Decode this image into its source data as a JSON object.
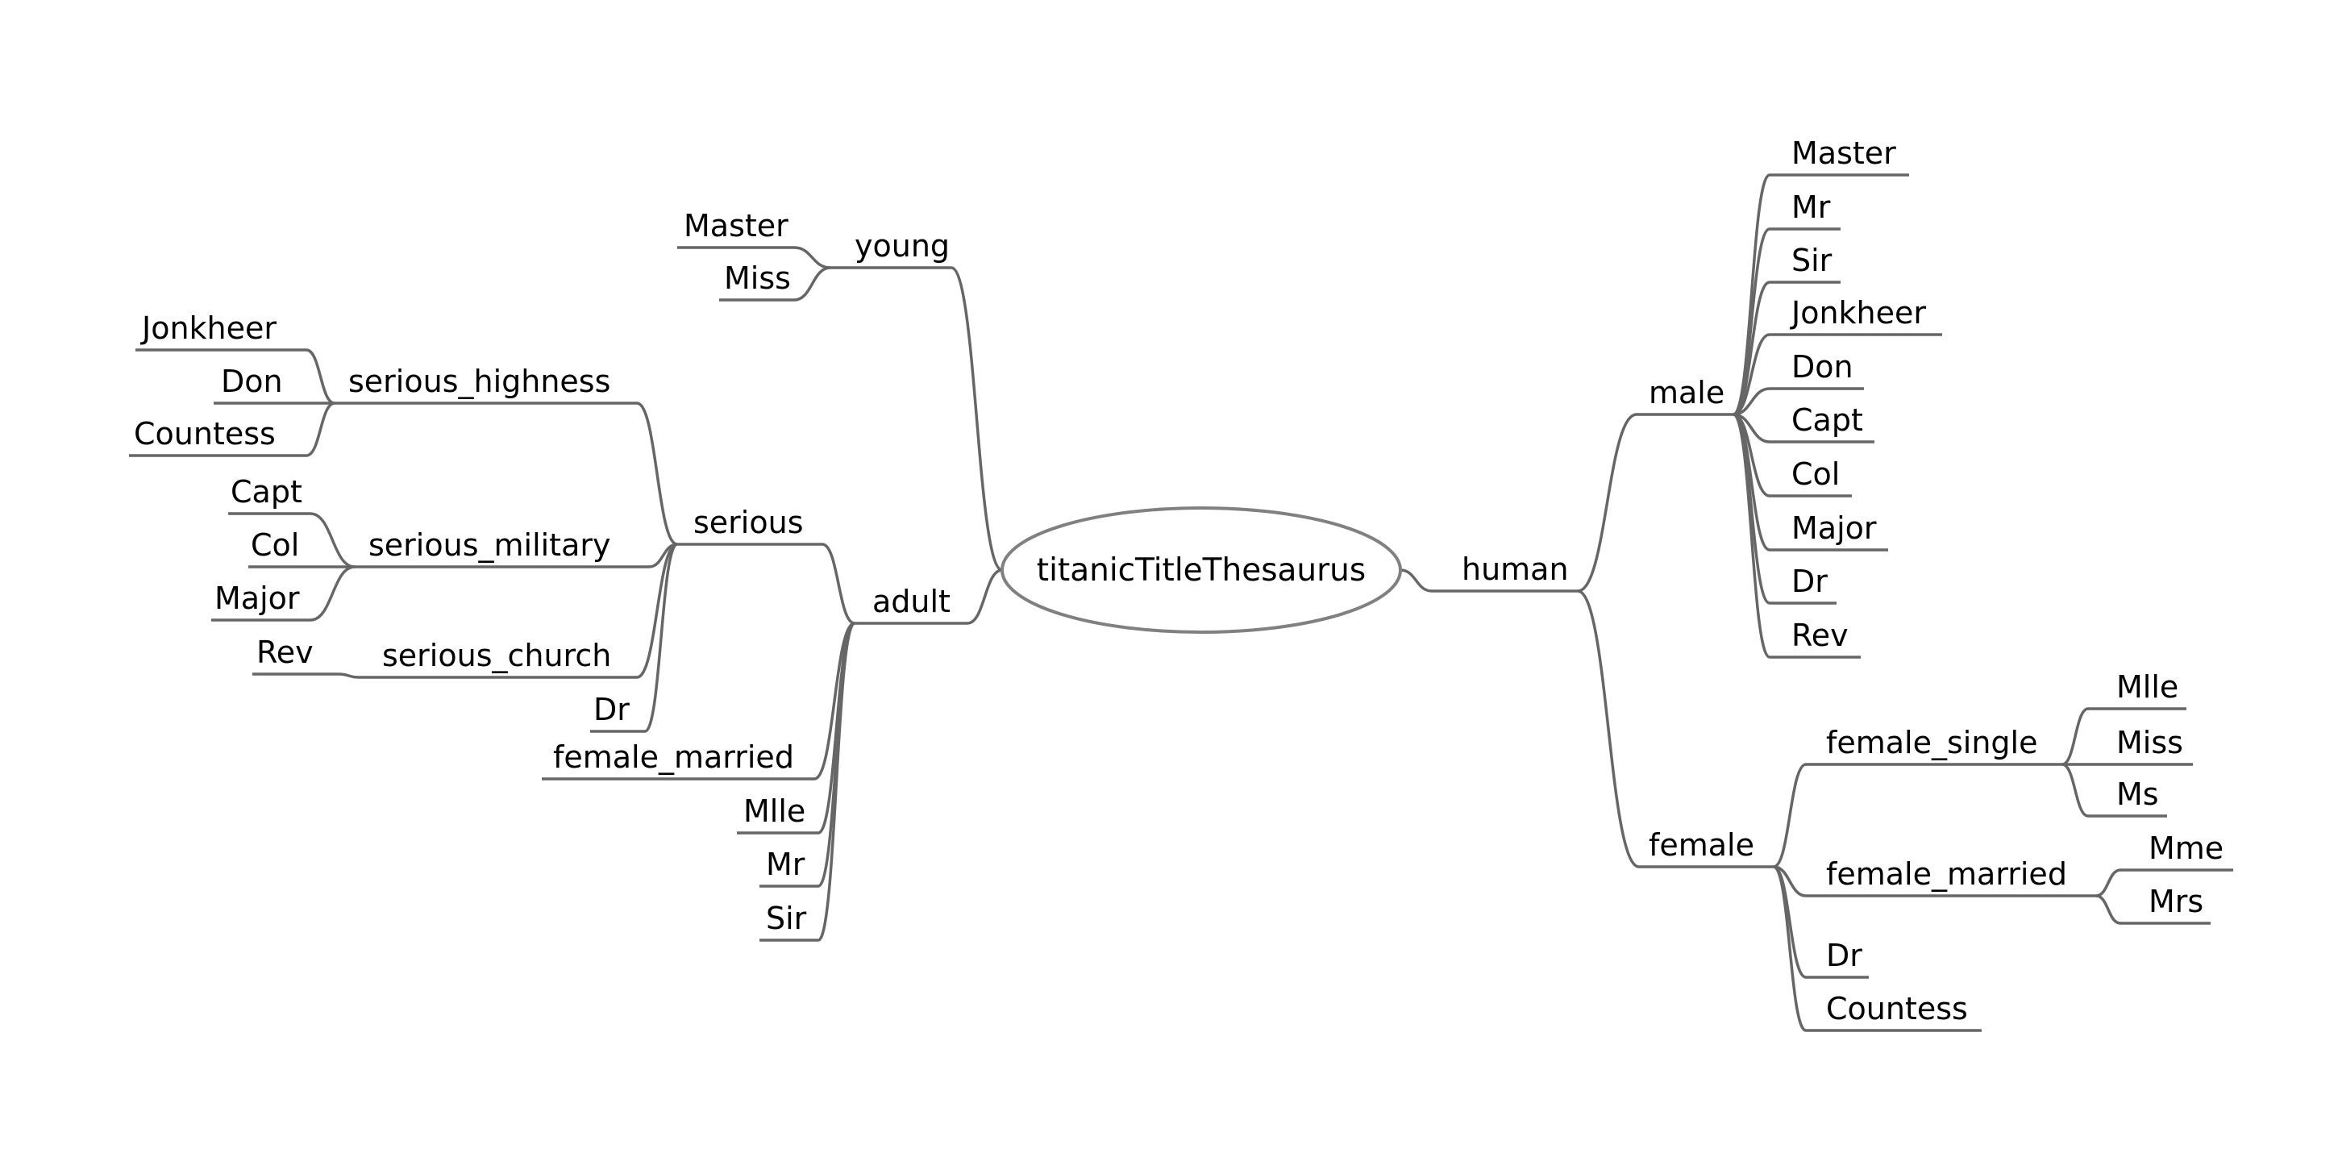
{
  "root": {
    "label": "titanicTitleThesaurus",
    "children": [
      {
        "id": "young",
        "label": "young",
        "side": "left",
        "children": [
          {
            "id": "young-master",
            "label": "Master"
          },
          {
            "id": "young-miss",
            "label": "Miss"
          }
        ]
      },
      {
        "id": "adult",
        "label": "adult",
        "side": "left",
        "children": [
          {
            "id": "serious",
            "label": "serious",
            "children": [
              {
                "id": "serious-highness",
                "label": "serious_highness",
                "children": [
                  {
                    "id": "sh-jonkheer",
                    "label": "Jonkheer"
                  },
                  {
                    "id": "sh-don",
                    "label": "Don"
                  },
                  {
                    "id": "sh-countess",
                    "label": "Countess"
                  }
                ]
              },
              {
                "id": "serious-military",
                "label": "serious_military",
                "children": [
                  {
                    "id": "sm-capt",
                    "label": "Capt"
                  },
                  {
                    "id": "sm-col",
                    "label": "Col"
                  },
                  {
                    "id": "sm-major",
                    "label": "Major"
                  }
                ]
              },
              {
                "id": "serious-church",
                "label": "serious_church",
                "children": [
                  {
                    "id": "sc-rev",
                    "label": "Rev"
                  }
                ]
              },
              {
                "id": "serious-dr",
                "label": "Dr"
              }
            ]
          },
          {
            "id": "adult-female-married",
            "label": "female_married"
          },
          {
            "id": "adult-mlle",
            "label": "Mlle"
          },
          {
            "id": "adult-mr",
            "label": "Mr"
          },
          {
            "id": "adult-sir",
            "label": "Sir"
          }
        ]
      },
      {
        "id": "human",
        "label": "human",
        "side": "right",
        "children": [
          {
            "id": "male",
            "label": "male",
            "children": [
              {
                "id": "m-master",
                "label": "Master"
              },
              {
                "id": "m-mr",
                "label": "Mr"
              },
              {
                "id": "m-sir",
                "label": "Sir"
              },
              {
                "id": "m-jonkheer",
                "label": "Jonkheer"
              },
              {
                "id": "m-don",
                "label": "Don"
              },
              {
                "id": "m-capt",
                "label": "Capt"
              },
              {
                "id": "m-col",
                "label": "Col"
              },
              {
                "id": "m-major",
                "label": "Major"
              },
              {
                "id": "m-dr",
                "label": "Dr"
              },
              {
                "id": "m-rev",
                "label": "Rev"
              }
            ]
          },
          {
            "id": "female",
            "label": "female",
            "children": [
              {
                "id": "female-single",
                "label": "female_single",
                "children": [
                  {
                    "id": "fs-mlle",
                    "label": "Mlle"
                  },
                  {
                    "id": "fs-miss",
                    "label": "Miss"
                  },
                  {
                    "id": "fs-ms",
                    "label": "Ms"
                  }
                ]
              },
              {
                "id": "female-married",
                "label": "female_married",
                "children": [
                  {
                    "id": "fm-mme",
                    "label": "Mme"
                  },
                  {
                    "id": "fm-mrs",
                    "label": "Mrs"
                  }
                ]
              },
              {
                "id": "f-dr",
                "label": "Dr"
              },
              {
                "id": "f-countess",
                "label": "Countess"
              }
            ]
          }
        ]
      }
    ]
  },
  "colors": {
    "edge": "#666666",
    "root_border": "#808080",
    "text": "#000000",
    "background": "#ffffff"
  }
}
